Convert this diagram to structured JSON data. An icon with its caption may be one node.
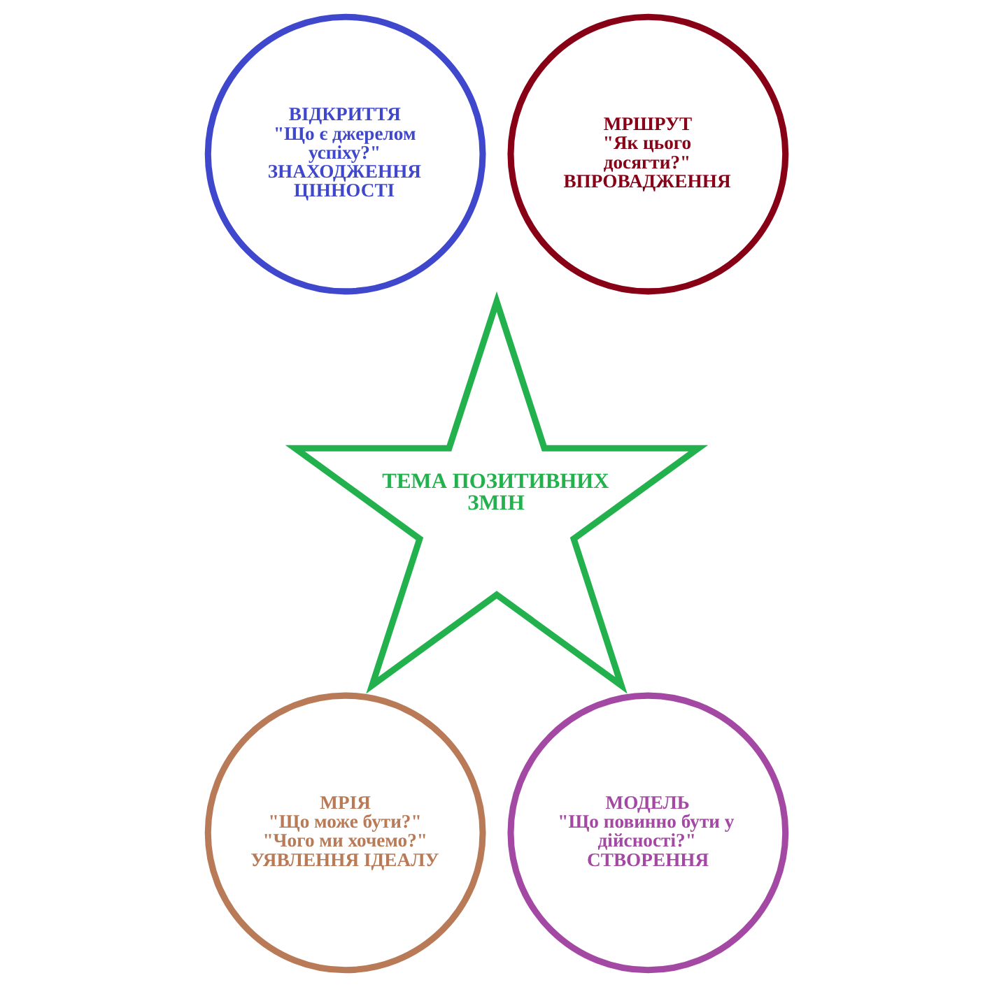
{
  "diagram": {
    "nodes": [
      {
        "text": [
          "ВІДКРИТТЯ",
          "\"Що є джерелом успіху?\"",
          "ЗНАХОДЖЕННЯ ЦІННОСТІ"
        ]
      },
      {
        "text": [
          "МРШРУТ",
          "\"Як цього досягти?\"",
          "ВПРОВАДЖЕННЯ"
        ]
      },
      {
        "text": [
          "ТЕМА ПОЗИТИВНИХ ЗМІН"
        ]
      },
      {
        "text": [
          "МРІЯ",
          "\"Що може бути?\"",
          "\"Чого ми хочемо?\"",
          "УЯВЛЕННЯ ІДЕАЛУ"
        ]
      },
      {
        "text": [
          "МОДЕЛЬ",
          "\"Що повинно бути у дійсності?\"",
          "СТВОРЕННЯ"
        ]
      }
    ],
    "edges": []
  }
}
